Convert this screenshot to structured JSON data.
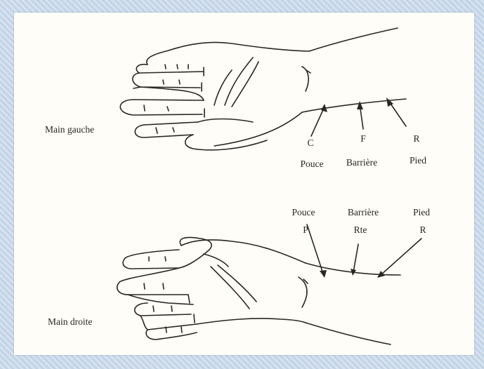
{
  "labels": {
    "left_hand_title": "Main gauche",
    "right_hand_title": "Main droite",
    "left_points": [
      {
        "letter": "C",
        "name": "Pouce"
      },
      {
        "letter": "F",
        "name": "Barrière"
      },
      {
        "letter": "R",
        "name": "Pied"
      }
    ],
    "right_points": [
      {
        "letter": "P",
        "name": "Pouce"
      },
      {
        "letter": "Rte",
        "name": "Barrière"
      },
      {
        "letter": "R",
        "name": "Pied"
      }
    ]
  },
  "colors": {
    "ink": "#2a2622",
    "paper": "#fffdf8",
    "frame": "#c9d8e8"
  }
}
